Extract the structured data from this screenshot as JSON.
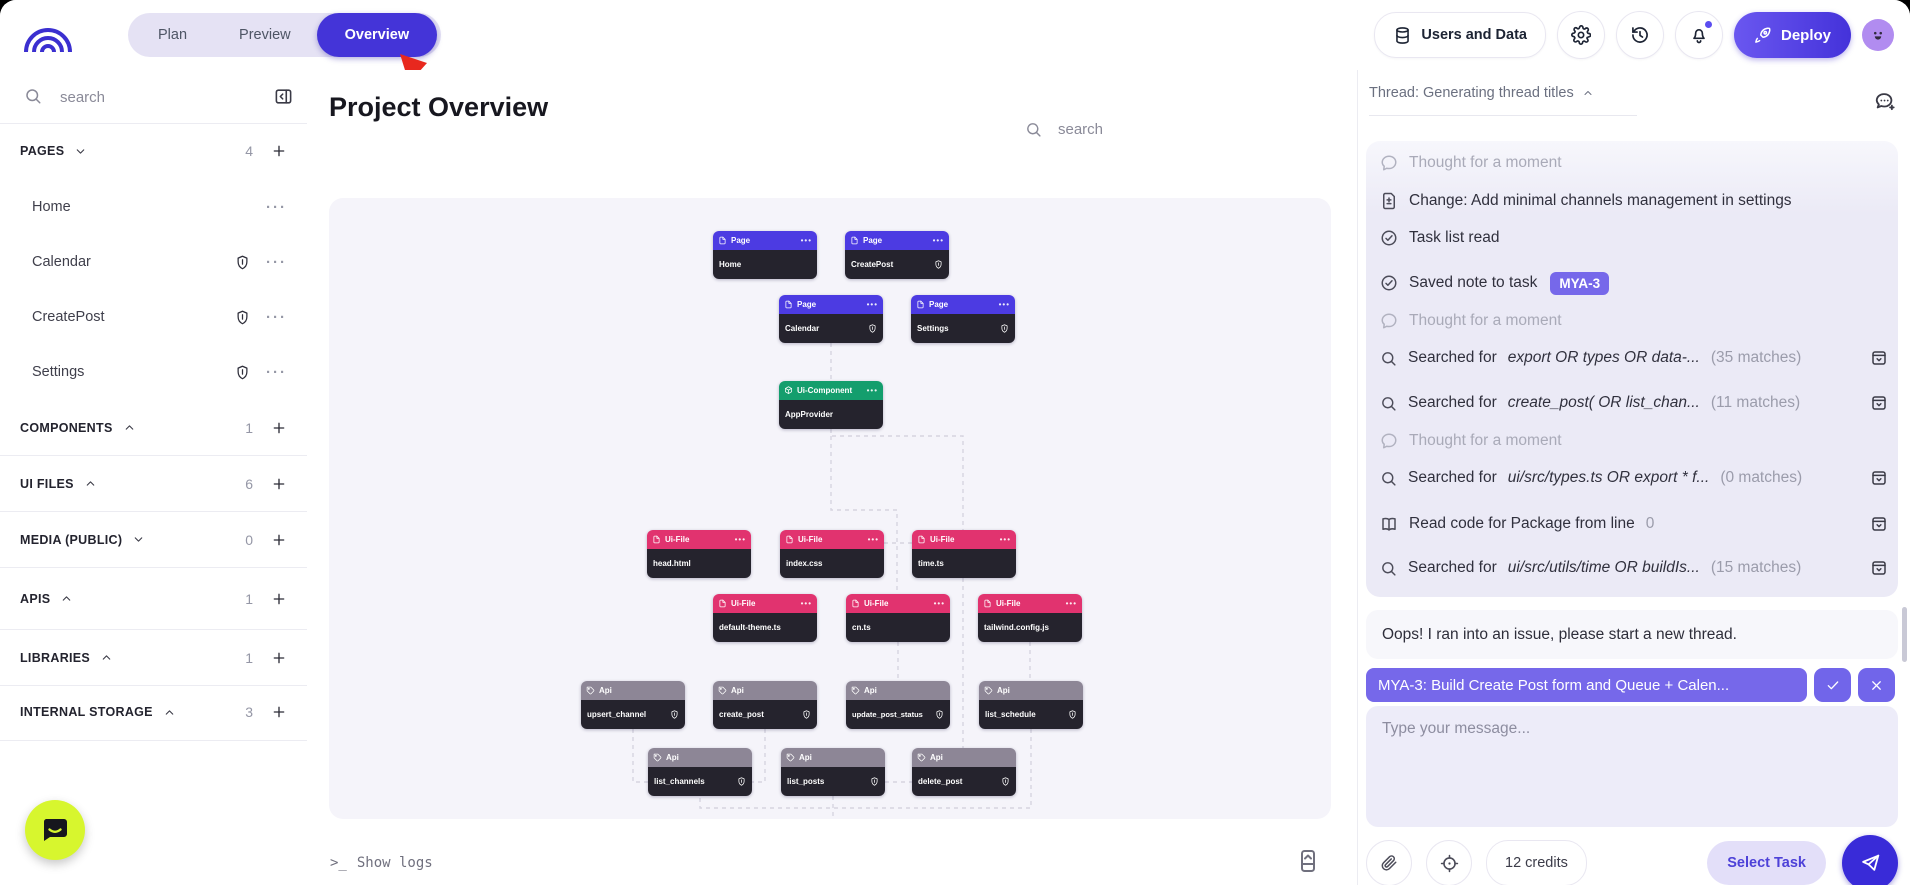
{
  "colors": {
    "accent": "#4434d8",
    "accent_light": "#7668ea",
    "lime": "#d7f62e",
    "node_page": "#4c3be2",
    "node_component": "#149e6d",
    "node_file": "#e1336f",
    "node_api": "#8d8696",
    "node_body": "#25232d",
    "canvas_bg": "#f5f4fa",
    "bell_dot": "#5b4df0"
  },
  "topbar": {
    "tabs": [
      {
        "label": "Plan"
      },
      {
        "label": "Preview"
      },
      {
        "label": "Overview"
      }
    ],
    "users_and_data_label": "Users and Data",
    "deploy_label": "Deploy"
  },
  "sidebar": {
    "search_placeholder": "search",
    "pages": {
      "label": "PAGES",
      "count": "4",
      "chevron": "down",
      "items": [
        {
          "label": "Home"
        },
        {
          "label": "Calendar"
        },
        {
          "label": "CreatePost"
        },
        {
          "label": "Settings"
        }
      ]
    },
    "sections": [
      {
        "label": "COMPONENTS",
        "count": "1",
        "chevron": "up"
      },
      {
        "label": "UI FILES",
        "count": "6",
        "chevron": "up"
      },
      {
        "label": "MEDIA (PUBLIC)",
        "count": "0",
        "chevron": "down"
      },
      {
        "label": "APIS",
        "count": "1",
        "chevron": "up"
      },
      {
        "label": "LIBRARIES",
        "count": "1",
        "chevron": "up"
      },
      {
        "label": "INTERNAL STORAGE",
        "count": "3",
        "chevron": "up"
      }
    ]
  },
  "main": {
    "title": "Project Overview",
    "search_placeholder": "search",
    "show_logs_prompt": ">_",
    "show_logs_label": "Show logs"
  },
  "graph": {
    "nodes": [
      {
        "type": "Page",
        "title": "Home"
      },
      {
        "type": "Page",
        "title": "CreatePost"
      },
      {
        "type": "Page",
        "title": "Calendar"
      },
      {
        "type": "Page",
        "title": "Settings"
      },
      {
        "type": "Ui-Component",
        "title": "AppProvider"
      },
      {
        "type": "Ui-File",
        "title": "head.html"
      },
      {
        "type": "Ui-File",
        "title": "index.css"
      },
      {
        "type": "Ui-File",
        "title": "time.ts"
      },
      {
        "type": "Ui-File",
        "title": "default-theme.ts"
      },
      {
        "type": "Ui-File",
        "title": "cn.ts"
      },
      {
        "type": "Ui-File",
        "title": "tailwind.config.js"
      },
      {
        "type": "Api",
        "title": "upsert_channel"
      },
      {
        "type": "Api",
        "title": "create_post"
      },
      {
        "type": "Api",
        "title": "update_post_status"
      },
      {
        "type": "Api",
        "title": "list_schedule"
      },
      {
        "type": "Api",
        "title": "list_channels"
      },
      {
        "type": "Api",
        "title": "list_posts"
      },
      {
        "type": "Api",
        "title": "delete_post"
      }
    ],
    "node_menu_dots": "•••"
  },
  "chat": {
    "thread_label": "Thread: Generating thread titles",
    "rows": [
      {
        "text": "Thought for a moment"
      },
      {
        "text": "Change: Add minimal channels management in settings"
      },
      {
        "text": "Task list read"
      },
      {
        "text": "Saved note to task",
        "badge": "MYA-3"
      },
      {
        "text": "Thought for a moment"
      },
      {
        "prefix": "Searched for",
        "query": "export OR types OR data-...",
        "matches": "(35 matches)"
      },
      {
        "prefix": "Searched for",
        "query": "create_post( OR list_chan...",
        "matches": "(11 matches)"
      },
      {
        "text": "Thought for a moment"
      },
      {
        "prefix": "Searched for",
        "query": "ui/src/types.ts OR export * f...",
        "matches": "(0 matches)"
      },
      {
        "text": "Read code for Package from line",
        "value": "0"
      },
      {
        "prefix": "Searched for",
        "query": "ui/src/utils/time OR buildIs...",
        "matches": "(15 matches)"
      }
    ],
    "error_text": "Oops! I ran into an issue, please start a new thread.",
    "task_pill": "MYA-3: Build Create Post form and Queue + Calen...",
    "input_placeholder": "Type your message...",
    "credits_label": "12 credits",
    "select_task_label": "Select Task"
  }
}
